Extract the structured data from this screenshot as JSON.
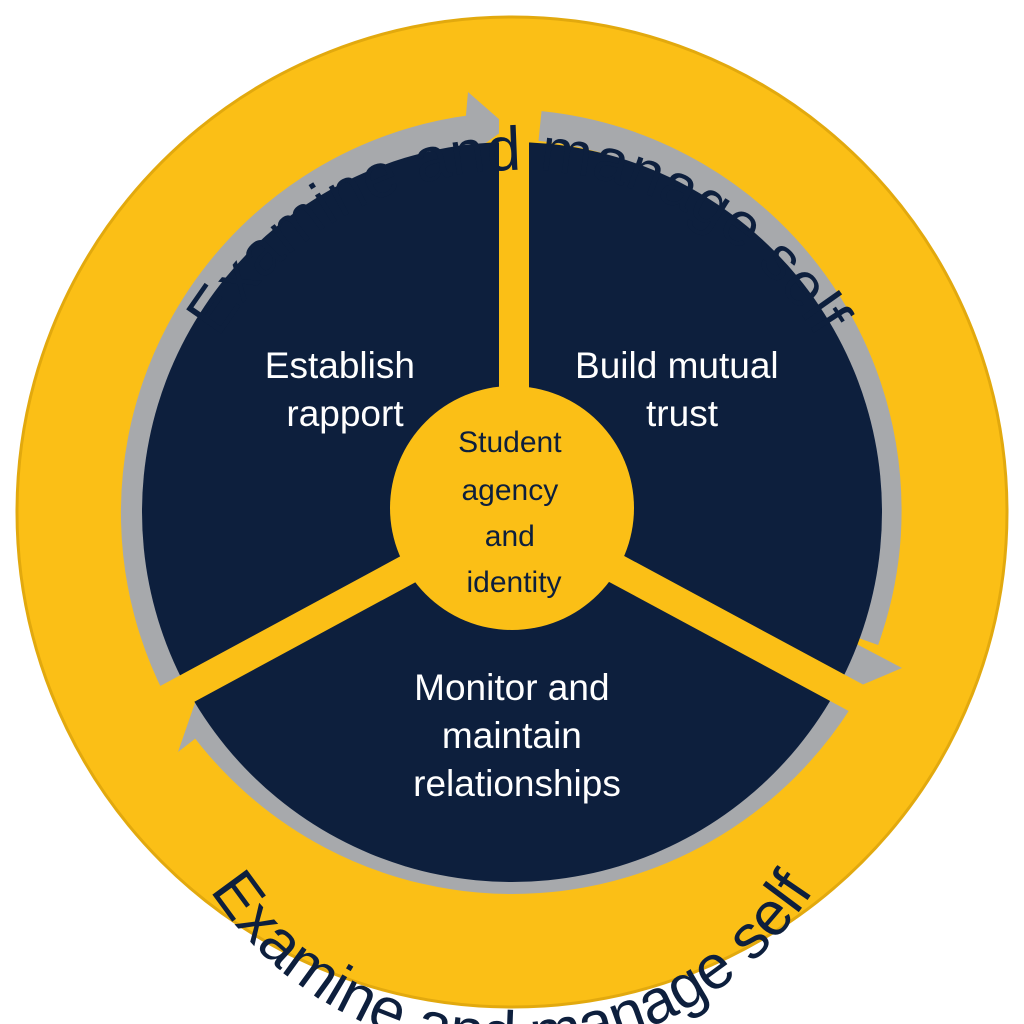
{
  "colors": {
    "gold": "#fbbf16",
    "navy": "#0d1f3d",
    "gray_arrow": "#a7a9ac",
    "text_dark": "#0d1f3d",
    "text_light": "#ffffff"
  },
  "outer_ring": {
    "top_label": "Examine and manage self",
    "bottom_label": "Examine and manage self"
  },
  "sections": {
    "top_left": [
      "Establish",
      "rapport"
    ],
    "top_right": [
      "Build mutual",
      "trust"
    ],
    "bottom": [
      "Monitor and",
      "maintain",
      "relationships"
    ]
  },
  "center": {
    "lines": [
      "Student",
      "agency",
      "and",
      "identity"
    ]
  }
}
